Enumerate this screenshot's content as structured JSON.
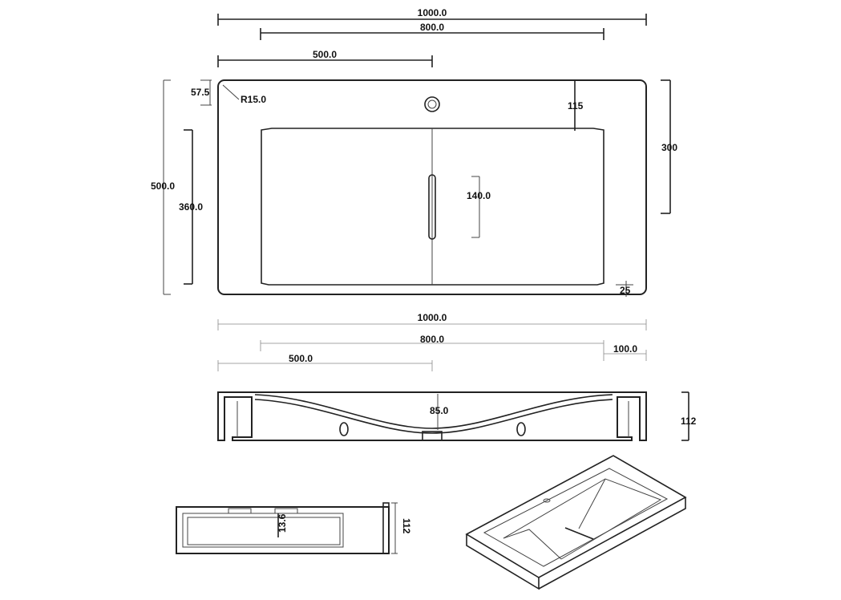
{
  "top_view": {
    "overall_width": "1000.0",
    "basin_width": "800.0",
    "center_offset": "500.0",
    "edge_offset": "57.5",
    "corner_radius": "R15.0",
    "tap_setback": "115",
    "basin_depth_right": "300",
    "overall_depth": "500.0",
    "basin_depth_left": "360.0",
    "drain_length": "140.0",
    "rim_margin": "25"
  },
  "front_section": {
    "overall_width": "1000.0",
    "basin_width": "800.0",
    "right_margin": "100.0",
    "center_offset": "500.0",
    "basin_depth": "85.0",
    "height": "112"
  },
  "side_view": {
    "wall_dim": "13.6",
    "height": "112"
  }
}
